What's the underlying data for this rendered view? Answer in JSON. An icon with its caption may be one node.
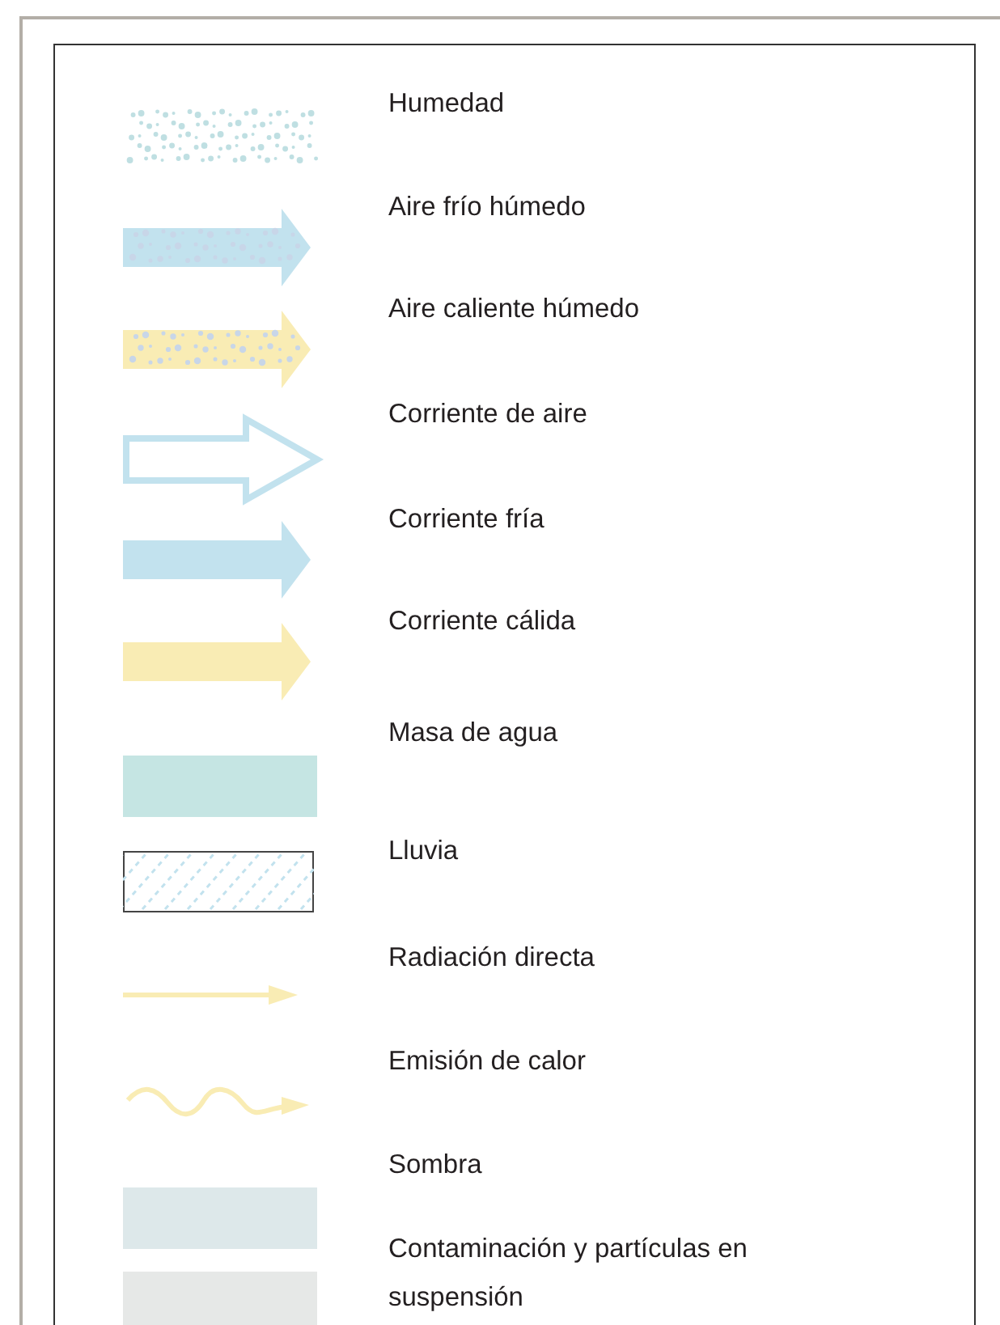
{
  "diagram": {
    "legend": [
      {
        "text": "Humedad"
      },
      {
        "text": "Aire frío húmedo"
      },
      {
        "text": "Aire caliente húmedo"
      },
      {
        "text": "Corriente de aire"
      },
      {
        "text": "Corriente fría"
      },
      {
        "text": "Corriente cálida"
      },
      {
        "text": "Masa de agua",
        "color": "#c5e5e3"
      },
      {
        "text": "Lluvia"
      },
      {
        "text": "Radiación directa"
      },
      {
        "text": "Emisión de calor"
      },
      {
        "text": "Sombra",
        "color": "#dde8ea"
      },
      {
        "text": "Contaminación y partículas en suspensión",
        "color": "#e6e8e7"
      }
    ]
  }
}
